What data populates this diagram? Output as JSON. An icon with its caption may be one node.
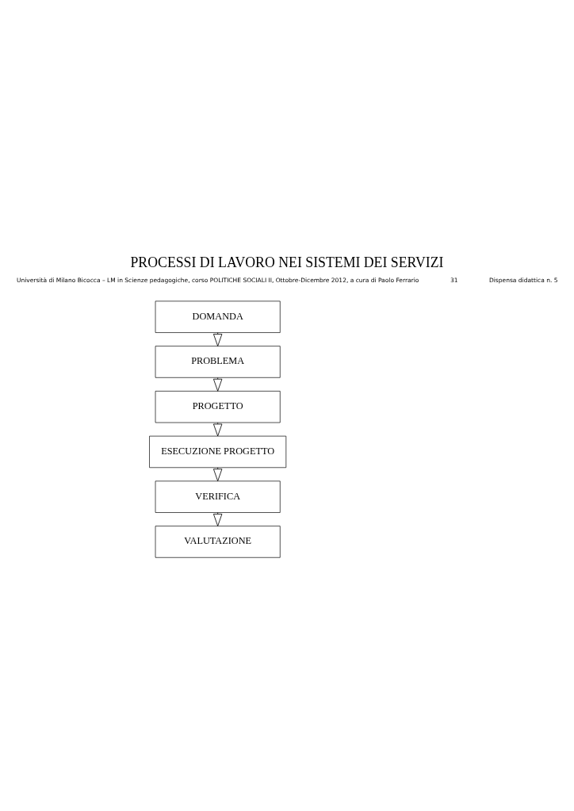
{
  "diagram": {
    "title": "PROCESSI DI LAVORO NEI SISTEMI DEI SERVIZI",
    "nodes": [
      {
        "text": [
          "DOMANDA"
        ]
      },
      {
        "text": [
          "PROBLEMA"
        ]
      },
      {
        "text": [
          "PROGETTO"
        ]
      },
      {
        "text": [
          "ESECUZIONE PROGETTO"
        ]
      },
      {
        "text": [
          "VERIFICA"
        ]
      },
      {
        "text": [
          "VALUTAZIONE"
        ]
      }
    ],
    "edges": [
      {
        "from": 0,
        "to": 1,
        "arrow": "to"
      },
      {
        "from": 1,
        "to": 2,
        "arrow": "to"
      },
      {
        "from": 2,
        "to": 3,
        "arrow": "to"
      },
      {
        "from": 3,
        "to": 4,
        "arrow": "to"
      },
      {
        "from": 4,
        "to": 5,
        "arrow": "to"
      }
    ],
    "labels": [
      "Università di Milano Bicocca – LM in Scienze pedagogiche, corso POLITICHE SOCIALI II, Ottobre-Dicembre 2012, a cura di Paolo Ferrario",
      "31",
      "Dispensa didattica n. 5"
    ]
  }
}
